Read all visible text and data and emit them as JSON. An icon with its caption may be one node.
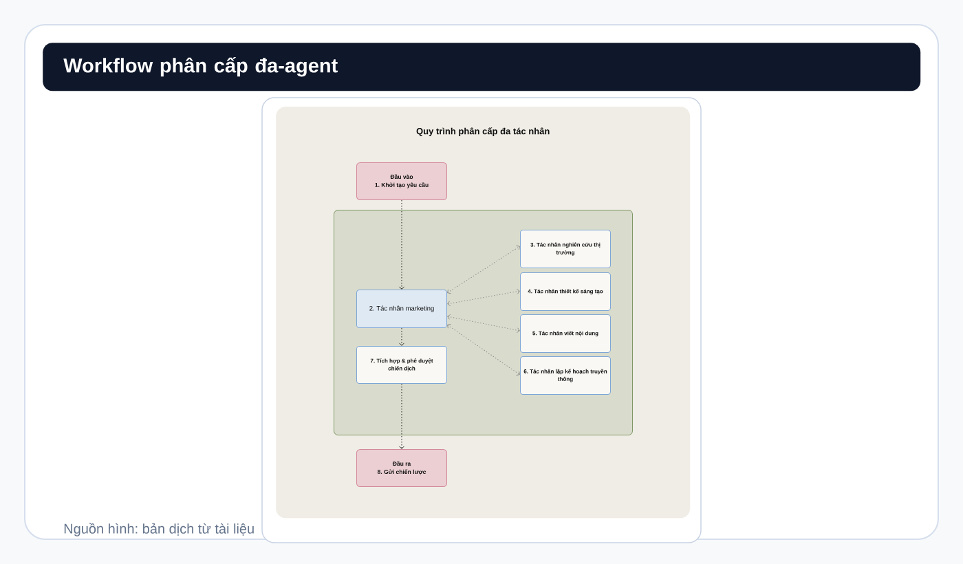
{
  "diagram": {
    "title": "Workflow phân cấp đa-agent",
    "caption": "Nguồn hình: bản dịch từ tài liệu",
    "nodes": [
      {
        "text": [
          "Quy trình phân cấp đa tác nhân"
        ]
      },
      {
        "text": [
          "Đầu vào",
          "1. Khởi tạo yêu cầu"
        ],
        "in": 0
      },
      {
        "text": [],
        "shape": "box",
        "in": 0
      },
      {
        "text": [
          "2. Tác nhân marketing"
        ],
        "in": 2
      },
      {
        "text": [
          "3. Tác nhân nghiên cứu thị trường"
        ],
        "in": 2
      },
      {
        "text": [
          "4. Tác nhân thiết kế sáng tạo"
        ],
        "in": 2
      },
      {
        "text": [
          "5. Tác nhân viết nội dung"
        ],
        "in": 2
      },
      {
        "text": [
          "6. Tác nhân lập kế hoạch truyền thông"
        ],
        "in": 2
      },
      {
        "text": [
          "7. Tích hợp & phê duyệt chiến dịch"
        ],
        "in": 2
      },
      {
        "text": [
          "Đầu ra",
          "8. Gửi chiến lược"
        ],
        "in": 0
      }
    ],
    "edges": [
      {
        "from": 1,
        "to": 3,
        "arrow": "to",
        "color": "#1a1a1a"
      },
      {
        "from": 3,
        "to": 4,
        "arrow": "both"
      },
      {
        "from": 3,
        "to": 5,
        "arrow": "both"
      },
      {
        "from": 3,
        "to": 6,
        "arrow": "both"
      },
      {
        "from": 3,
        "to": 7,
        "arrow": "both"
      },
      {
        "from": 3,
        "to": 8,
        "arrow": "to",
        "color": "#1a1a1a"
      },
      {
        "from": 8,
        "to": 9,
        "arrow": "to",
        "color": "#1a1a1a"
      }
    ]
  }
}
